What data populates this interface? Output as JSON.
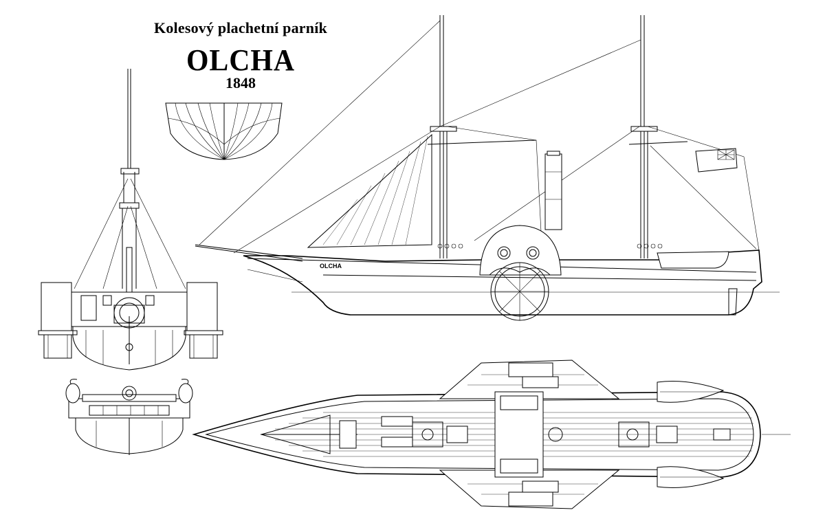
{
  "title": {
    "subtitle": "Kolesový plachetní parník",
    "ship_name": "OLCHA",
    "year": "1848"
  },
  "hull_name_label": "OLCHA"
}
